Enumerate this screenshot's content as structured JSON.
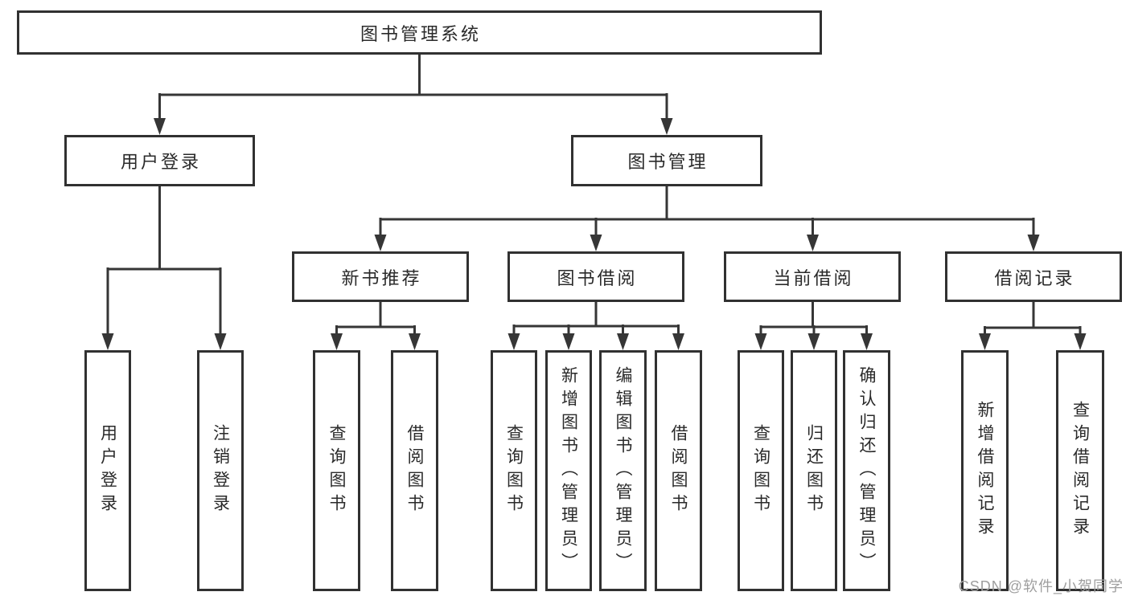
{
  "diagram": {
    "root": "图书管理系统",
    "level2": {
      "user_login": "用户登录",
      "book_mgmt": "图书管理"
    },
    "level3": {
      "new_book": "新书推荐",
      "book_borrow": "图书借阅",
      "current_borrow": "当前借阅",
      "borrow_record": "借阅记录"
    },
    "leaves": {
      "login_1": "用户登录",
      "login_2": "注销登录",
      "new_book_1": "查询图书",
      "new_book_2": "借阅图书",
      "borrow_1": "查询图书",
      "borrow_2": "新增图书（管理员）",
      "borrow_3": "编辑图书（管理员）",
      "borrow_4": "借阅图书",
      "current_1": "查询图书",
      "current_2": "归还图书",
      "current_3": "确认归还（管理员）",
      "record_1": "新增借阅记录",
      "record_2": "查询借阅记录"
    }
  },
  "watermark": "CSDN @软件_小贺同学",
  "colors": {
    "line": "#363636",
    "box_border": "#313131",
    "text": "#2a2a2a",
    "watermark": "#9e9e9e",
    "background": "#ffffff"
  }
}
